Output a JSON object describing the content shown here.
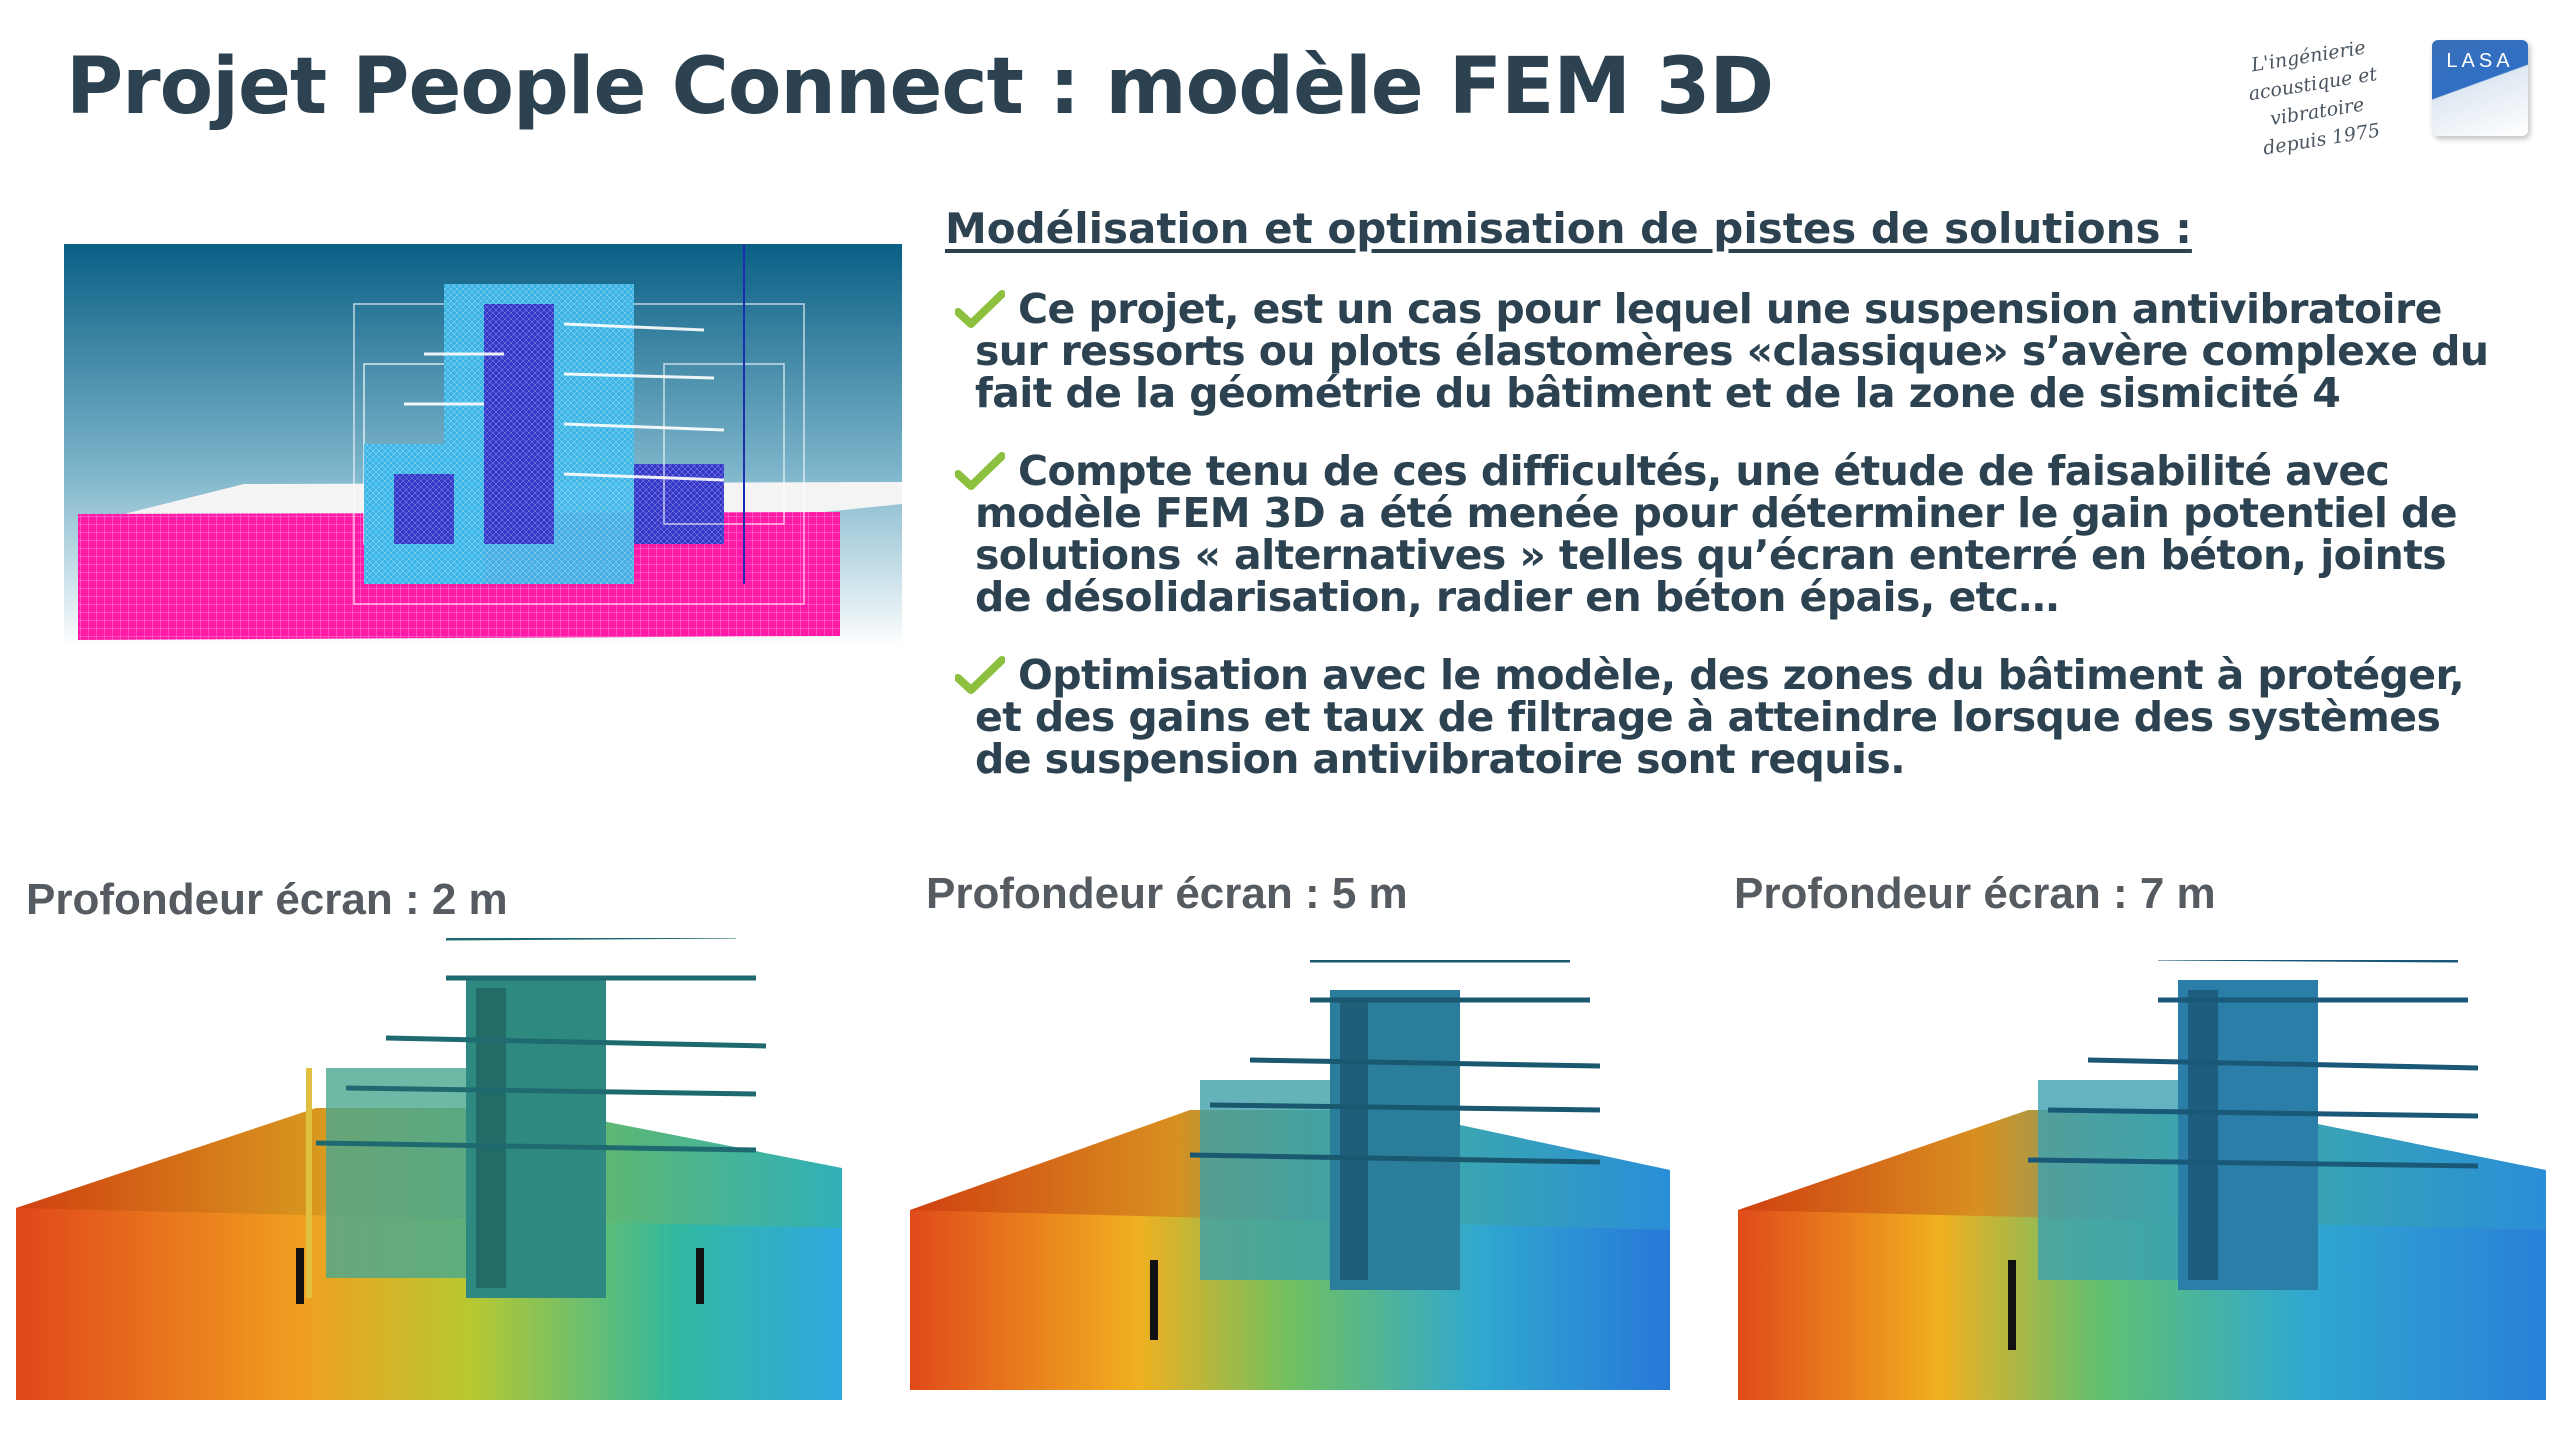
{
  "header": {
    "title": "Projet People Connect : modèle FEM 3D"
  },
  "logo": {
    "tagline": [
      "L'ingénierie",
      "acoustique et vibratoire",
      "depuis 1975"
    ],
    "brand": "LASA"
  },
  "section": {
    "heading": "Modélisation et optimisation de pistes de solutions :",
    "bullets": [
      "Ce projet, est un cas pour lequel une suspension antivibratoire sur ressorts ou plots élastomères «classique» s’avère complexe du fait de la géométrie du bâtiment et de la zone de sismicité 4",
      "Compte tenu de ces difficultés, une étude de faisabilité avec modèle FEM 3D a été menée pour déterminer le gain potentiel de solutions « alternatives » telles qu’écran enterré en béton, joints de désolidarisation, radier en béton épais, etc…",
      "Optimisation avec le modèle, des zones du bâtiment à protéger, et des gains et taux de filtrage à atteindre lorsque des systèmes de suspension antivibratoire sont requis."
    ]
  },
  "simulations": [
    {
      "caption": "Profondeur écran : 2 m"
    },
    {
      "caption": "Profondeur écran : 5 m"
    },
    {
      "caption": "Profondeur écran : 7 m"
    }
  ],
  "colors": {
    "title": "#2c4251",
    "check": "#8dc03f",
    "mesh_soil": "#ff1aa8",
    "mesh_building": "#3ab7e8"
  }
}
